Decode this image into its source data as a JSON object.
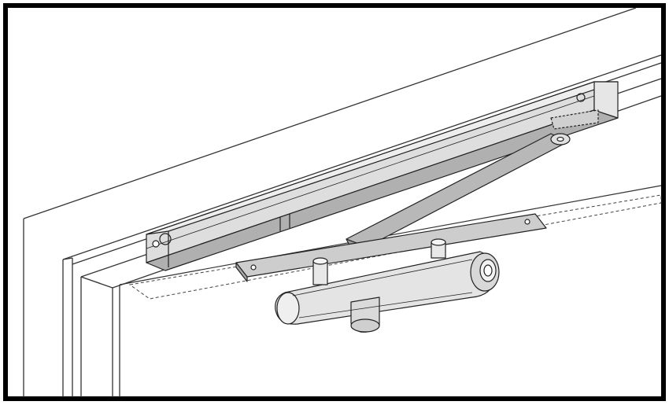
{
  "figure": {
    "kind": "technical-line-drawing",
    "subject_parts": [
      "door-frame",
      "door-head",
      "closer-track",
      "track-end-cap",
      "slide-arm",
      "mounting-plate",
      "door-closer-body"
    ],
    "colors": {
      "background": "#ffffff",
      "frame_border": "#000000",
      "line": "#222222",
      "track_fill": "#dcdcdc",
      "track_shade": "#a9a9a9",
      "closer_fill": "#e4e4e4",
      "plate_fill": "#c9c9c9"
    }
  }
}
